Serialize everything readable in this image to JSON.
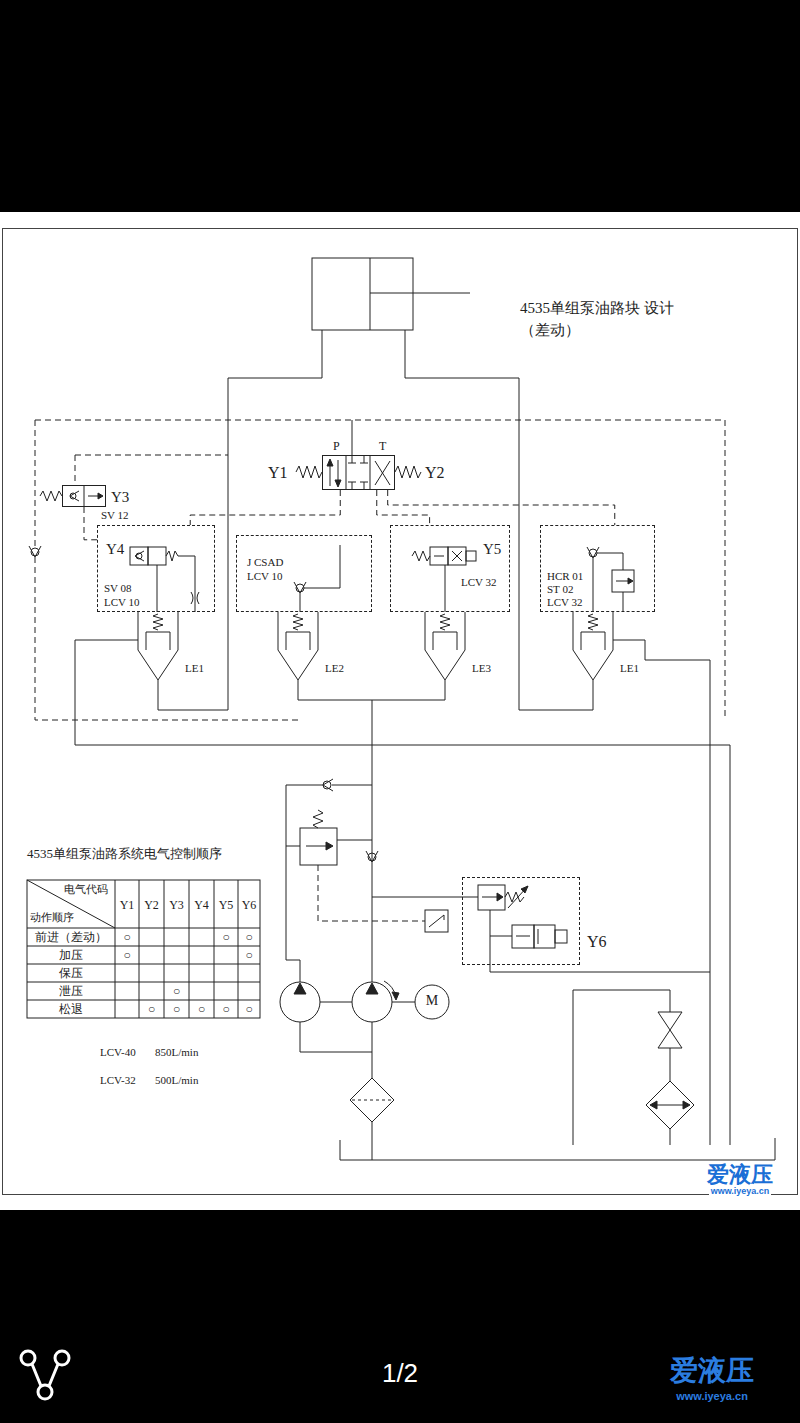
{
  "diagram": {
    "title": "4535单组泵油路块 设计（差动）",
    "nodes": [
      {
        "text": [
          "P",
          "T",
          "Y1",
          "Y2"
        ]
      },
      {
        "text": [
          "Y3",
          "SV 12"
        ]
      },
      {
        "text": [
          "Y4",
          "SV 08",
          "LCV 10"
        ]
      },
      {
        "text": [
          "J CSAD",
          "LCV 10"
        ]
      },
      {
        "text": [
          "Y5",
          "LCV 32"
        ]
      },
      {
        "text": [
          "HCR 01",
          "ST 02",
          "LCV 32"
        ]
      },
      {
        "text": [
          "Y6"
        ]
      }
    ],
    "edges": [
      {
        "from": 0,
        "to": 2,
        "arrow": "none"
      },
      {
        "from": 0,
        "to": 4,
        "arrow": "none"
      },
      {
        "from": 1,
        "to": 2,
        "arrow": "none"
      },
      {
        "from": 0,
        "to": 5,
        "arrow": "none"
      }
    ],
    "labels": [
      "LE1",
      "LE2",
      "LE3",
      "LE1",
      "4535单组泵油路系统电气控制顺序",
      "电气代码",
      "动作顺序",
      "Y1",
      "Y2",
      "Y3",
      "Y4",
      "Y5",
      "Y6",
      "前进（差动）",
      "○",
      "○",
      "○",
      "加压",
      "○",
      "○",
      "保压",
      "泄压",
      "○",
      "松退",
      "○",
      "○",
      "○",
      "○",
      "○",
      "M",
      "LCV-40",
      "850L/min",
      "LCV-32",
      "500L/min",
      "爱液压",
      "www.iyeya.cn",
      "1/2",
      "爱液压",
      "www.iyeya.cn"
    ]
  }
}
